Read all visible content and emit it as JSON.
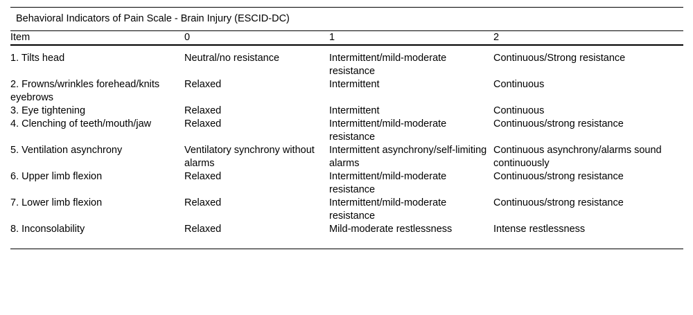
{
  "table": {
    "caption": "Behavioral Indicators of Pain Scale - Brain Injury (ESCID-DC)",
    "columns": [
      "Item",
      "0",
      "1",
      "2"
    ],
    "rows": [
      {
        "item": "1. Tilts head",
        "score0": "Neutral/no resistance",
        "score1": "Intermittent/mild-moderate resistance",
        "score2": "Continuous/Strong resistance"
      },
      {
        "item": "2. Frowns/wrinkles forehead/knits eyebrows",
        "score0": "Relaxed",
        "score1": "Intermittent",
        "score2": "Continuous"
      },
      {
        "item": "3. Eye tightening",
        "score0": "Relaxed",
        "score1": "Intermittent",
        "score2": "Continuous"
      },
      {
        "item": "4. Clenching of teeth/mouth/jaw",
        "score0": "Relaxed",
        "score1": "Intermittent/mild-moderate resistance",
        "score2": "Continuous/strong resistance"
      },
      {
        "item": "5. Ventilation asynchrony",
        "score0": "Ventilatory synchrony without alarms",
        "score1": "Intermittent asynchrony/self-limiting alarms",
        "score2": "Continuous asynchrony/alarms sound continuously"
      },
      {
        "item": "6. Upper limb flexion",
        "score0": "Relaxed",
        "score1": "Intermittent/mild-moderate resistance",
        "score2": "Continuous/strong resistance"
      },
      {
        "item": "7. Lower limb flexion",
        "score0": "Relaxed",
        "score1": "Intermittent/mild-moderate resistance",
        "score2": "Continuous/strong resistance"
      },
      {
        "item": "8. Inconsolability",
        "score0": "Relaxed",
        "score1": "Mild-moderate restlessness",
        "score2": "Intense restlessness"
      }
    ]
  }
}
